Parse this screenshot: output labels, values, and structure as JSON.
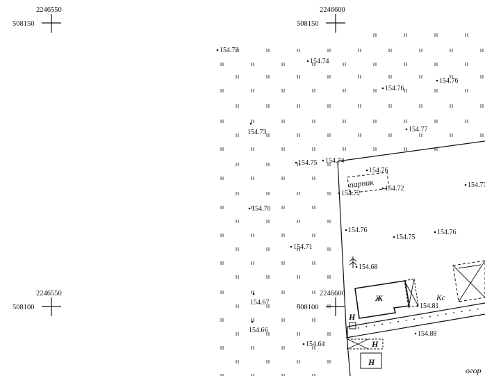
{
  "grid_marks": [
    {
      "x_label": "2246550",
      "y_label": "508150"
    },
    {
      "x_label": "2246600",
      "y_label": "508150"
    },
    {
      "x_label": "2246550",
      "y_label": "508100"
    },
    {
      "x_label": "2246600",
      "y_label": "508100"
    }
  ],
  "elevations": [
    "154.73",
    "154.74",
    "154.76",
    "154.76",
    "154.73",
    "154.77",
    "154.75",
    "154.74",
    "154.76",
    "154.72",
    "154.72",
    "154.77",
    "154.70",
    "154.76",
    "154.75",
    "154.76",
    "154.71",
    "154.68",
    "154.67",
    "154.81",
    "154.66",
    "154.64",
    "154.88"
  ],
  "text_labels": {
    "greenhouse": "парник",
    "house_mark": "Ж",
    "wall_mark": "Кс",
    "fence_mark_1": "Н",
    "fence_mark_2": "Н",
    "fence_mark_3": "Н",
    "garden": "огор"
  },
  "colors": {
    "ink": "#111111",
    "paper": "#ffffff"
  }
}
